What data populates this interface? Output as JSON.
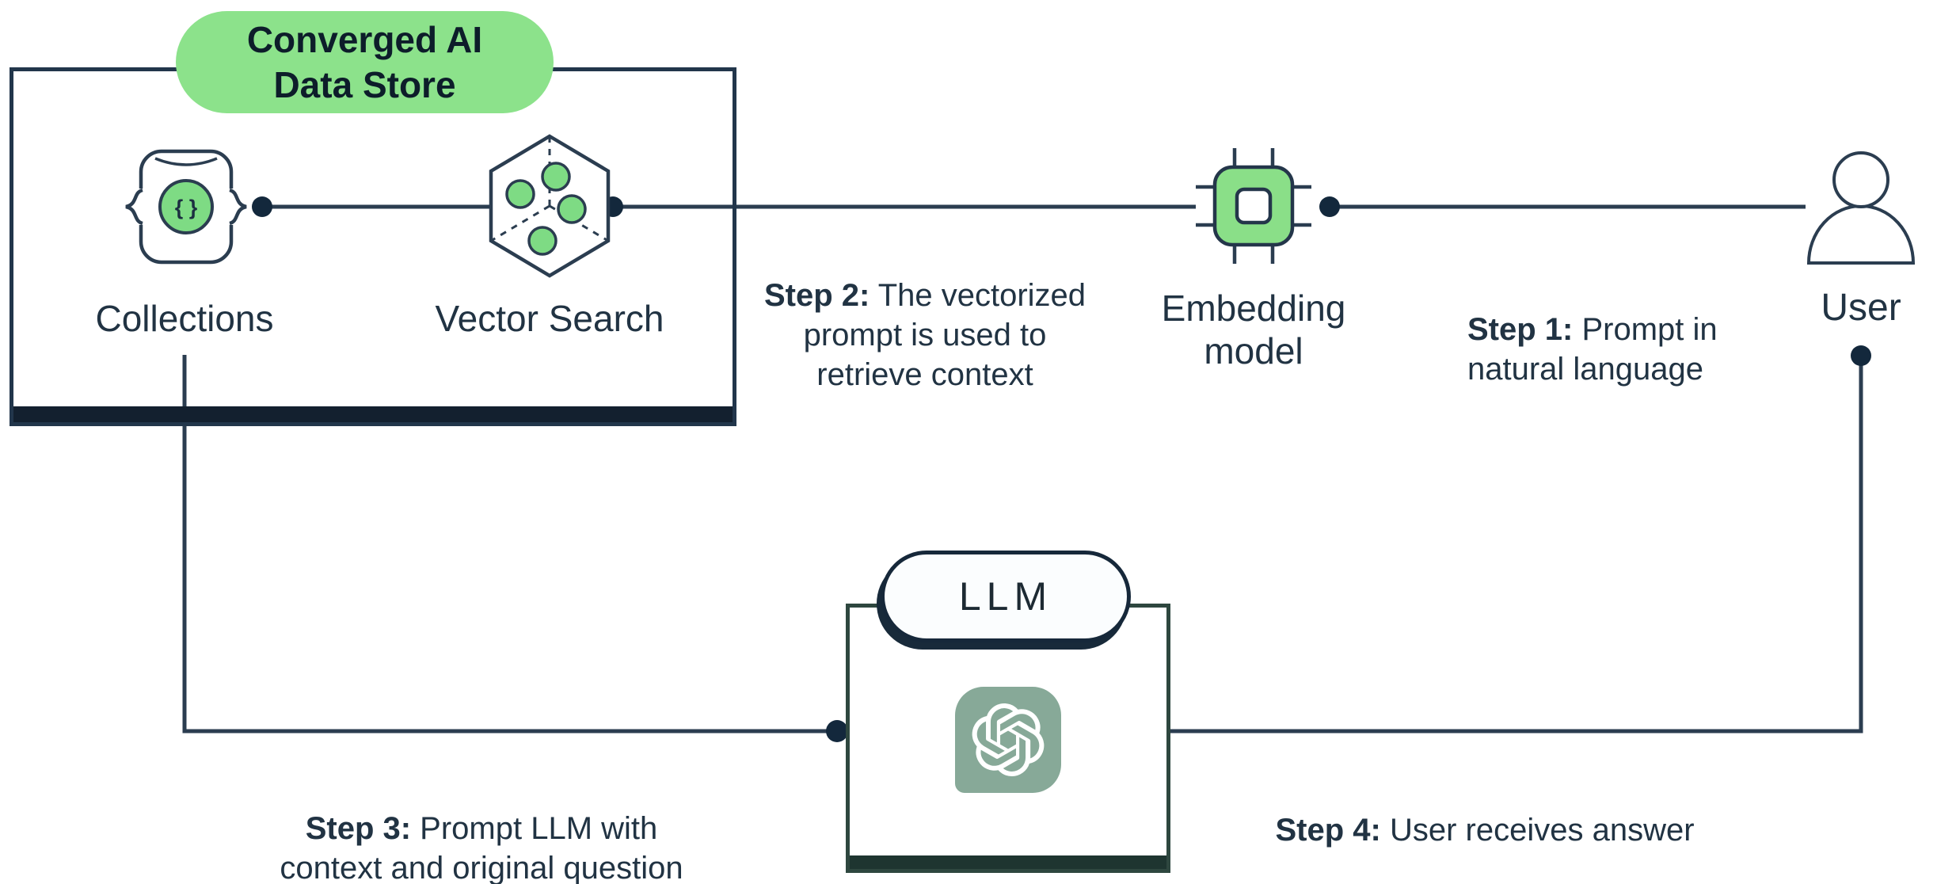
{
  "diagram": {
    "title_badge": "Converged AI\nData Store",
    "data_store": {
      "collections": {
        "label": "Collections",
        "icon_glyph": "{ }"
      },
      "vector_search": {
        "label": "Vector Search"
      }
    },
    "embedding": {
      "label": "Embedding\nmodel"
    },
    "user": {
      "label": "User"
    },
    "llm": {
      "badge": "LLM"
    },
    "steps": [
      {
        "prefix": "Step 1:",
        "text": " Prompt in\nnatural language"
      },
      {
        "prefix": "Step 2:",
        "text": " The vectorized\nprompt is used to\nretrieve context"
      },
      {
        "prefix": "Step 3:",
        "text": " Prompt LLM with\ncontext and original question"
      },
      {
        "prefix": "Step 4:",
        "text": " User receives answer"
      }
    ],
    "icons": [
      "collections-document-icon",
      "vector-search-hexagon-icon",
      "embedding-chip-icon",
      "user-person-icon",
      "openai-logo-icon"
    ],
    "colors": {
      "badge_green": "#8ce28b",
      "icon_green": "#7edb84",
      "chip_green": "#8adf88",
      "line_navy": "#2b3d50",
      "text_navy": "#213343",
      "store_bar_navy": "#13202f",
      "llm_border_green": "#2e473f",
      "llm_bar_green": "#1e3530",
      "openai_sage": "#87a998",
      "llm_pill_bg": "#fbfdfe"
    }
  }
}
